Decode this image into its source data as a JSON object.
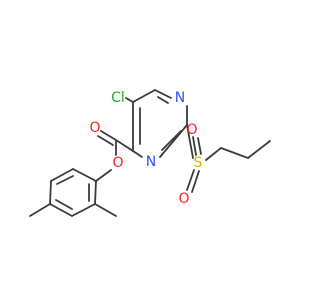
{
  "molecule": {
    "atoms": [
      {
        "id": "cl",
        "symbol": "Cl",
        "color": "#22aa22"
      },
      {
        "id": "n1",
        "symbol": "N",
        "color": "#3050f8"
      },
      {
        "id": "n3",
        "symbol": "N",
        "color": "#3050f8"
      },
      {
        "id": "s",
        "symbol": "S",
        "color": "#d4b800"
      },
      {
        "id": "o_s1",
        "symbol": "O",
        "color": "#ff1f1f"
      },
      {
        "id": "o_s2",
        "symbol": "O",
        "color": "#ff1f1f"
      },
      {
        "id": "o_carbonyl",
        "symbol": "O",
        "color": "#ff1f1f"
      },
      {
        "id": "o_ester",
        "symbol": "O",
        "color": "#ff1f1f"
      }
    ],
    "bond_color": "#3a3a3a"
  }
}
